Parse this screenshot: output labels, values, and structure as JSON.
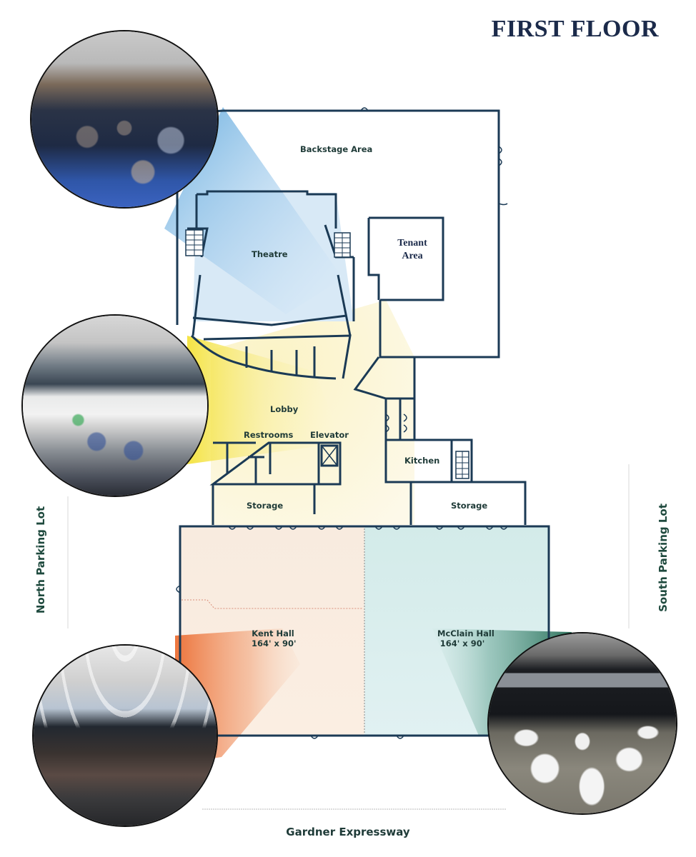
{
  "title": "FIRST FLOOR",
  "rooms": {
    "backstage": "Backstage Area",
    "theatre": "Theatre",
    "tenant_line1": "Tenant",
    "tenant_line2": "Area",
    "lobby": "Lobby",
    "restrooms": "Restrooms",
    "elevator": "Elevator",
    "kitchen": "Kitchen",
    "storage_left": "Storage",
    "storage_right": "Storage",
    "kent_hall": "Kent Hall",
    "kent_dims": "164' x 90'",
    "mcclain_hall": "McClain Hall",
    "mcclain_dims": "164' x 90'"
  },
  "surroundings": {
    "north_lot": "North Parking Lot",
    "south_lot": "South Parking Lot",
    "road": "Gardner Expressway"
  },
  "photos": [
    {
      "name": "theatre-photo",
      "subject": "theatre seating with audience"
    },
    {
      "name": "lobby-photo",
      "subject": "two-story lobby with attendees"
    },
    {
      "name": "kent-hall-photo",
      "subject": "banquet under draped ceiling"
    },
    {
      "name": "mcclain-hall-photo",
      "subject": "round tables and exhibitor booths"
    }
  ],
  "colors": {
    "wall": "#1b3a55",
    "theatre_tint": "#bcd9f0",
    "lobby_tint": "#f7ec8a",
    "kent_tint": "#f6e3d0",
    "kent_beam": "#ee7d45",
    "mcclain_tint": "#d6ecec",
    "mcclain_beam": "#2f7a63",
    "title": "#1b2a4a"
  }
}
